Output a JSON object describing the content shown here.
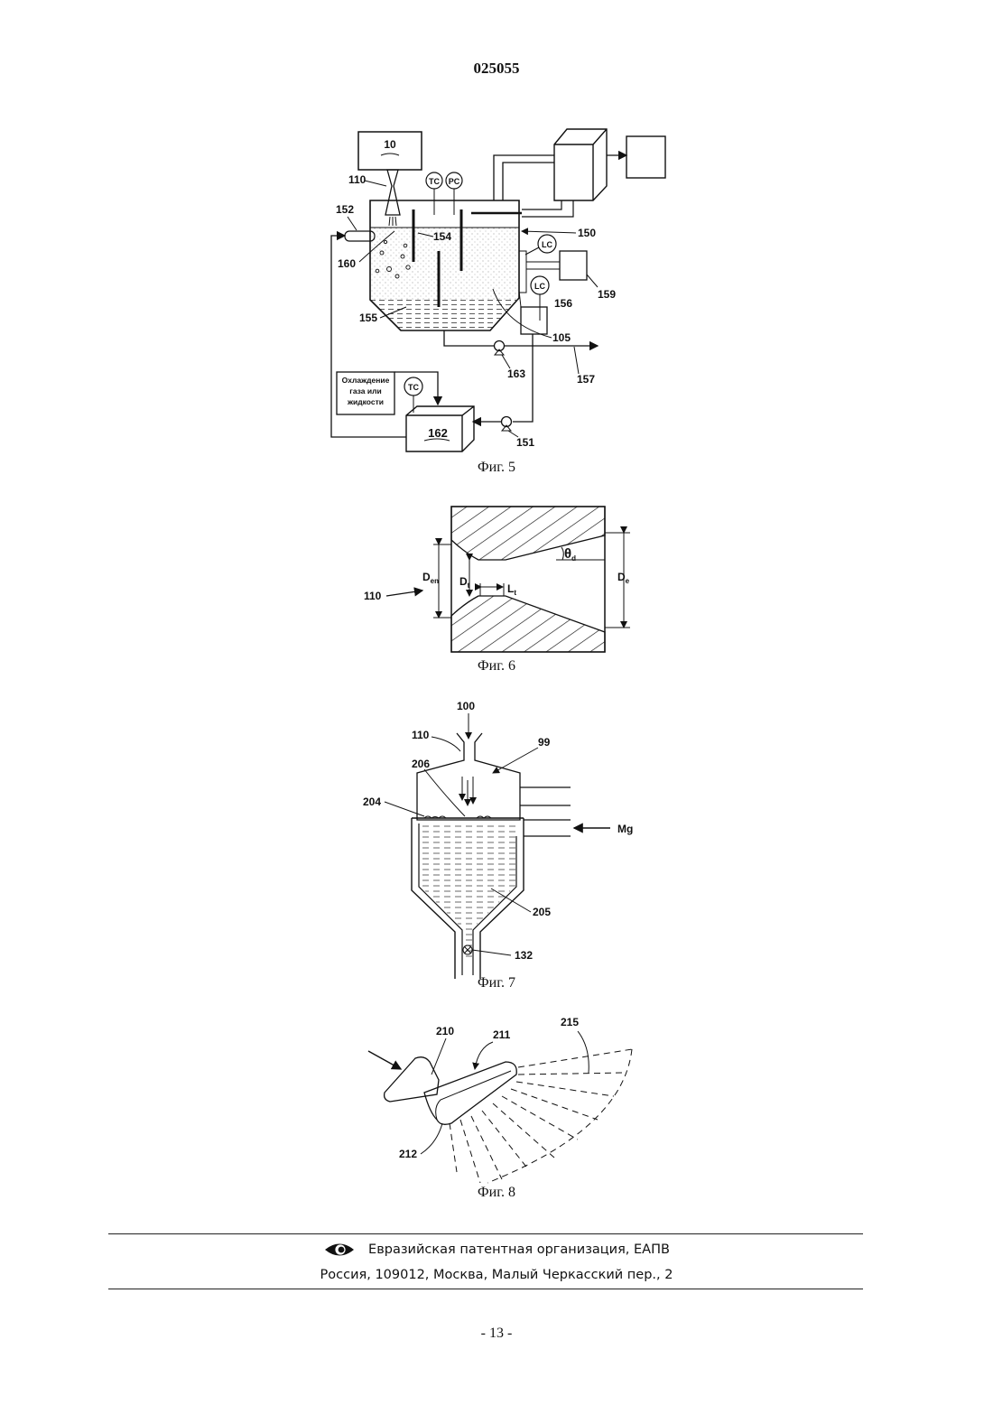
{
  "header": {
    "patent_number": "025055"
  },
  "fig5": {
    "caption": "Фиг. 5",
    "labels": {
      "box_10": "10",
      "l110": "110",
      "tc": "TC",
      "pc": "PC",
      "l152": "152",
      "l154": "154",
      "l160": "160",
      "l150": "150",
      "lc": "LC",
      "l159": "159",
      "l156": "156",
      "l155": "155",
      "l105": "105",
      "l163": "163",
      "l157": "157",
      "l151": "151",
      "l162": "162",
      "cooling_1": "Охлаждение",
      "cooling_2": "газа или",
      "cooling_3": "жидкости"
    }
  },
  "fig6": {
    "caption": "Фиг. 6",
    "labels": {
      "l110": "110",
      "d_en": "D",
      "d_en_sub": "en",
      "d_t": "D",
      "d_t_sub": "t",
      "l_t": "L",
      "l_t_sub": "t",
      "d_e": "D",
      "d_e_sub": "e",
      "theta": "θ",
      "theta_sub": "d"
    }
  },
  "fig7": {
    "caption": "Фиг. 7",
    "labels": {
      "l100": "100",
      "l110": "110",
      "l99": "99",
      "l206": "206",
      "l204": "204",
      "mg": "Mg",
      "l205": "205",
      "l132": "132"
    }
  },
  "fig8": {
    "caption": "Фиг. 8",
    "labels": {
      "l210": "210",
      "l211": "211",
      "l215": "215",
      "l212": "212"
    }
  },
  "footer": {
    "organization": "Евразийская патентная организация, ЕАПВ",
    "address": "Россия, 109012, Москва, Малый Черкасский пер., 2",
    "logo_icon": "eapo-eye-logo-icon"
  },
  "page_number": "- 13 -"
}
